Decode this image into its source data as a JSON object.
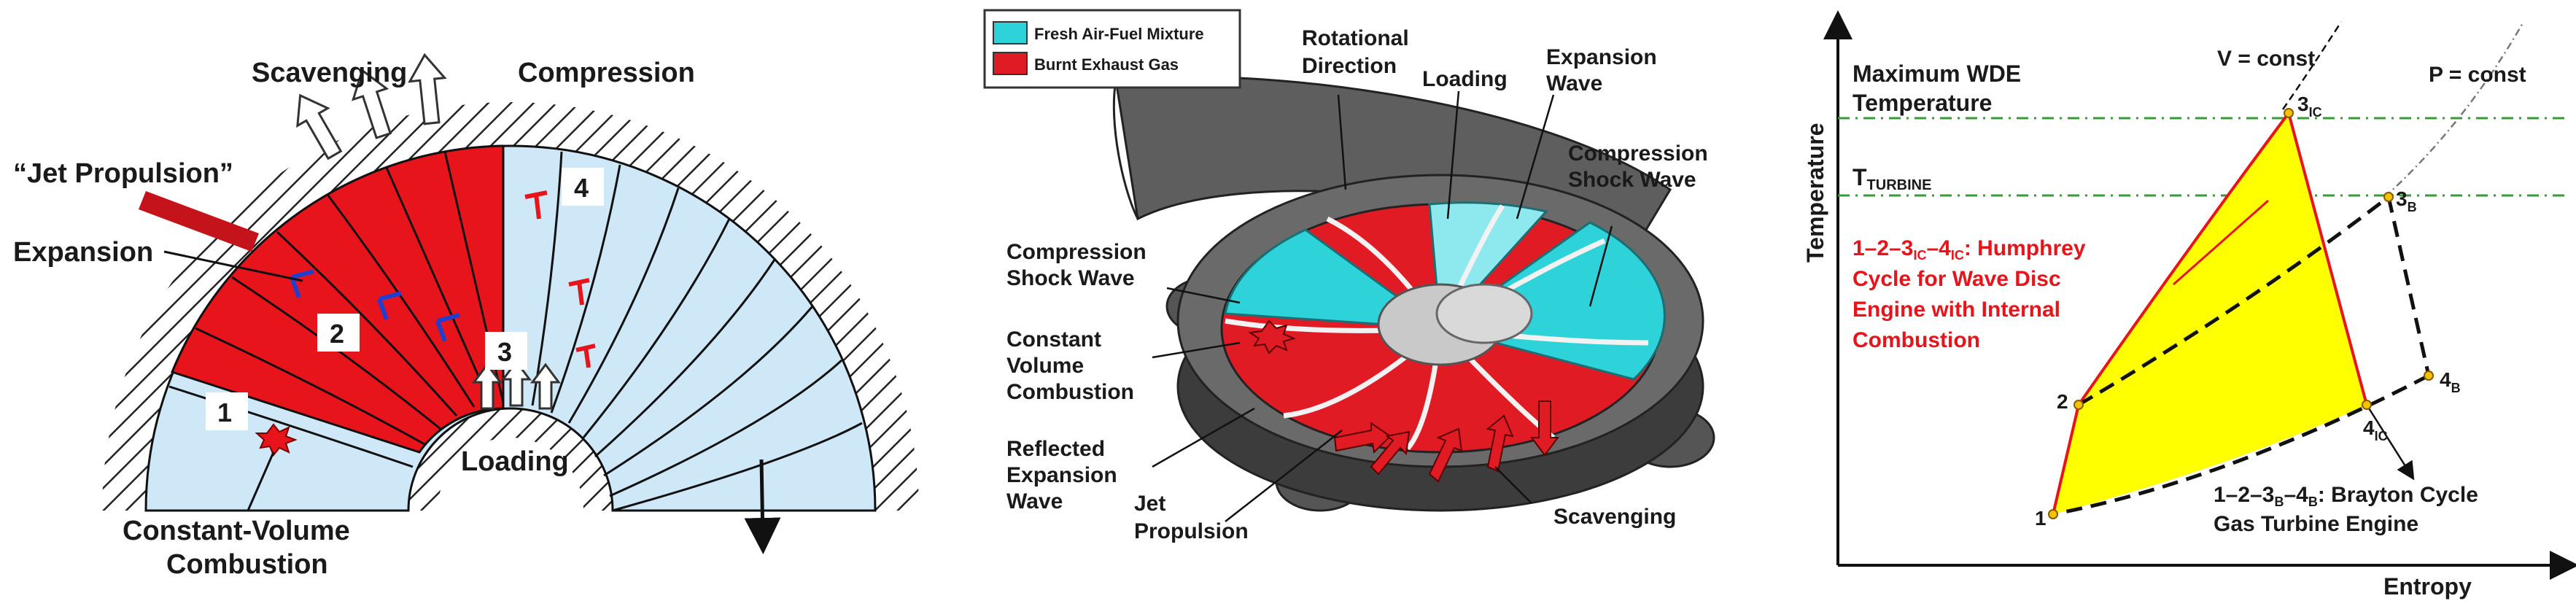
{
  "panel1": {
    "jet_propulsion": "“Jet Propulsion”",
    "scavenging": "Scavenging",
    "compression": "Compression",
    "expansion": "Expansion",
    "loading": "Loading",
    "cvc_line1": "Constant-Volume",
    "cvc_line2": "Combustion",
    "num1": "1",
    "num2": "2",
    "num3": "3",
    "num4": "4",
    "colors": {
      "burnt": "#e8141b",
      "fresh": "#cfe8f7",
      "arrow": "#c4131a",
      "marker": "#1f3fd0"
    }
  },
  "panel2": {
    "legend_fresh": "Fresh Air-Fuel Mixture",
    "legend_burnt": "Burnt Exhaust Gas",
    "rot_line1": "Rotational",
    "rot_line2": "Direction",
    "loading": "Loading",
    "exp_line1": "Expansion",
    "exp_line2": "Wave",
    "csw_right_line1": "Compression",
    "csw_right_line2": "Shock Wave",
    "csw_left_line1": "Compression",
    "csw_left_line2": "Shock Wave",
    "cvc_line1": "Constant",
    "cvc_line2": "Volume",
    "cvc_line3": "Combustion",
    "rew_line1": "Reflected",
    "rew_line2": "Expansion",
    "rew_line3": "Wave",
    "jet_line1": "Jet",
    "jet_line2": "Propulsion",
    "scavenging": "Scavenging",
    "colors": {
      "fresh": "#2ed3da",
      "burnt": "#e01b24",
      "housing": "#4a4a4a"
    }
  },
  "panel3": {
    "y_axis": "Temperature",
    "x_axis": "Entropy",
    "max_line1": "Maximum WDE",
    "max_line2": "Temperature",
    "t_main": "T",
    "t_sub": "TURBINE",
    "v_const": "V = const",
    "p_const": "P = const",
    "humphrey_line1": "1–2–3",
    "humphrey_sub1": "IC",
    "humphrey_dash": "–4",
    "humphrey_sub2": "IC",
    "humphrey_tail": ": Humphrey",
    "humphrey_line2": "Cycle for Wave Disc",
    "humphrey_line3": "Engine with Internal",
    "humphrey_line4": "Combustion",
    "brayton_line1a": "1–2–3",
    "brayton_sub1": "B",
    "brayton_dash": "–4",
    "brayton_sub2": "B",
    "brayton_tail": ": Brayton Cycle",
    "brayton_line2": "Gas Turbine Engine",
    "pt1": "1",
    "pt2": "2",
    "pt3": "3",
    "pt3_sub": "IC",
    "pt3b": "3",
    "pt3b_sub": "B",
    "pt4b": "4",
    "pt4b_sub": "B",
    "pt4": "4",
    "pt4_sub": "IC",
    "colors": {
      "fill": "#ffff00",
      "cycle": "#e8141b",
      "guide": "#3a9a3a",
      "text_red": "#e8141b"
    }
  }
}
